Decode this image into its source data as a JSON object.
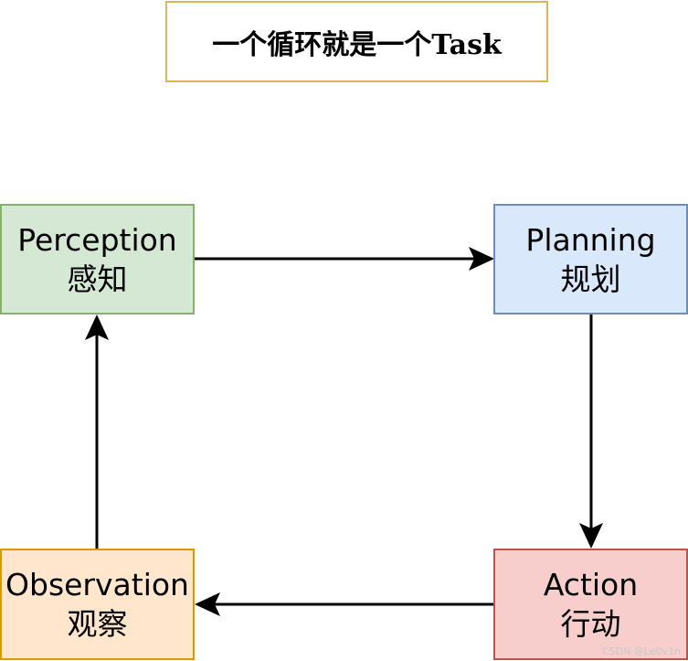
{
  "title": "一个循环就是一个Task",
  "nodes": {
    "perception": {
      "label_en": "Perception",
      "label_zh": "感知",
      "fill": "#d5e8d4",
      "stroke": "#82b366"
    },
    "planning": {
      "label_en": "Planning",
      "label_zh": "规划",
      "fill": "#dae8fc",
      "stroke": "#6c8ebf"
    },
    "action": {
      "label_en": "Action",
      "label_zh": "行动",
      "fill": "#f8cecc",
      "stroke": "#b85450"
    },
    "observation": {
      "label_en": "Observation",
      "label_zh": "观察",
      "fill": "#ffe6cc",
      "stroke": "#d79b00"
    }
  },
  "edges": [
    {
      "from": "perception",
      "to": "planning"
    },
    {
      "from": "planning",
      "to": "action"
    },
    {
      "from": "action",
      "to": "observation"
    },
    {
      "from": "observation",
      "to": "perception"
    }
  ],
  "title_border_color": "#d6b656",
  "watermark": "CSDN @Le0v1n"
}
